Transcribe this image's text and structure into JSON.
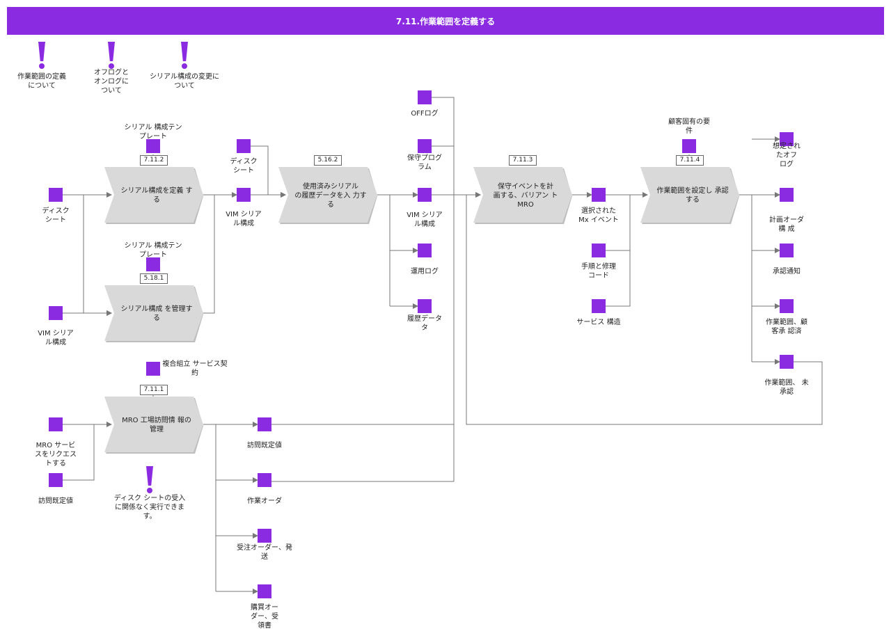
{
  "title": "7.11.作業範囲を定義する",
  "notes": {
    "n1": "作業範囲の定義\nについて",
    "n2": "オフログと\nオンログに\nついて",
    "n3": "シリアル構成の変更に\nついて",
    "n4": "ディスク シートの受入\nに関係なく実行できま\nす。"
  },
  "processes": {
    "p1": {
      "label": "シリアル構成を定義 する",
      "ref": "7.11.2"
    },
    "p2": {
      "label": "シリアル構成 を管理する",
      "ref": "5.18.1"
    },
    "p3": {
      "label": "MRO 工場訪問情 報の管理",
      "ref": "7.11.1"
    },
    "p4": {
      "label": "使用済みシリアル\nの履歴データを入 力する",
      "ref": "5.16.2"
    },
    "p5": {
      "label": "保守イベントを計\n画する、バリアン ト MRO",
      "ref": "7.11.3"
    },
    "p6": {
      "label": "作業範囲を設定し 承認する",
      "ref": "7.11.4"
    }
  },
  "objects": {
    "disc_in": "ディスク\nシート",
    "serial_tpl_1": "シリアル 構成テン\nプレート",
    "serial_tpl_2": "シリアル 構成テン\nプレート",
    "vim_in": "VIM シリア\nル構成",
    "complex_contract": "複合組立 サービス契\n約",
    "mro_request": "MRO サービ\nスをリクエス\nトする",
    "visit_default_in": "訪問既定値",
    "disc_mid": "ディスク\nシート",
    "vim_mid": "VIM シリア\nル構成",
    "off_log": "OFFログ",
    "maint_program": "保守プログ\nラム",
    "vim_out": "VIM シリア\nル構成",
    "ops_log": "運用ログ",
    "history": "履歴データ\nタ",
    "visit_default_out": "訪問既定値",
    "work_order": "作業オーダ",
    "sales_order": "受注オーダー、発\n送",
    "purchase_order": "購買オー\nダー、受\n領書",
    "customer_req": "顧客固有の要\n件",
    "selected_mx": "選択された\nMx イベント",
    "procedure": "手順と修理\nコード",
    "service_struct": "サービス 構造",
    "planned_offlog": "想定され\nたオフ\nログ",
    "planned_order": "計画オーダ\n構 成",
    "approval_notice": "承認通知",
    "scope_approved": "作業範囲、顧\n客承 認済",
    "scope_unapproved": "作業範囲、 未\n承認"
  },
  "colors": {
    "accent": "#8a2be2",
    "chevron": "#d9d9d9",
    "shadow": "#bdbdbd",
    "line": "#777777"
  }
}
